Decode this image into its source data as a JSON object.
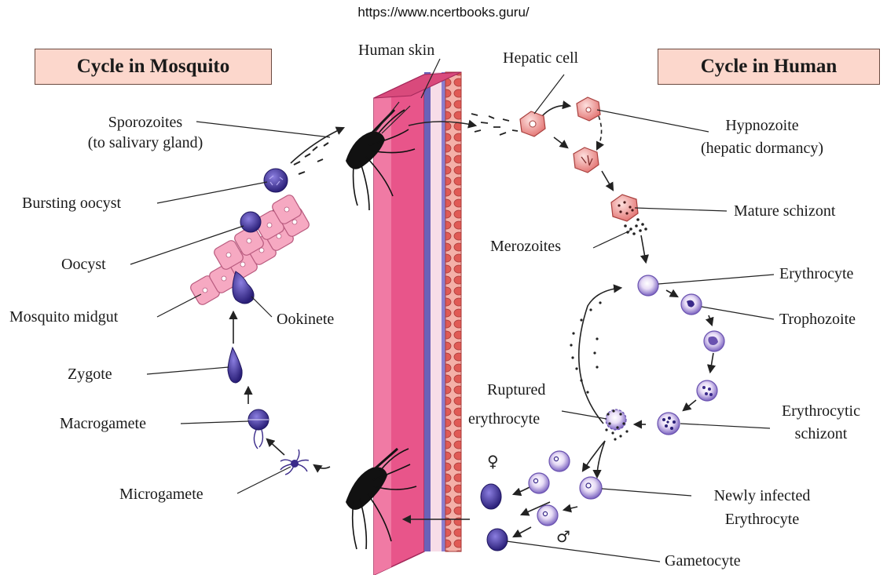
{
  "source_url": "https://www.ncertbooks.guru/",
  "titles": {
    "mosquito": "Cycle in Mosquito",
    "human": "Cycle in Human"
  },
  "labels": {
    "human_skin": "Human skin",
    "hepatic_cell": "Hepatic cell",
    "sporozoites_1": "Sporozoites",
    "sporozoites_2": "(to salivary gland)",
    "hypnozoite_1": "Hypnozoite",
    "hypnozoite_2": "(hepatic dormancy)",
    "bursting_oocyst": "Bursting oocyst",
    "mature_schizont": "Mature schizont",
    "merozoites": "Merozoites",
    "oocyst": "Oocyst",
    "erythrocyte": "Erythrocyte",
    "mosquito_midgut": "Mosquito midgut",
    "ookinete": "Ookinete",
    "trophozoite": "Trophozoite",
    "zygote": "Zygote",
    "ruptured_1": "Ruptured",
    "ruptured_2": "erythrocyte",
    "erythrocytic_1": "Erythrocytic",
    "erythrocytic_2": "schizont",
    "macrogamete": "Macrogamete",
    "microgamete": "Microgamete",
    "newly_infected_1": "Newly infected",
    "newly_infected_2": "Erythrocyte",
    "gametocyte": "Gametocyte",
    "female_symbol": "♀",
    "male_symbol": "♂"
  },
  "colors": {
    "title_box_fill": "#fcd7cc",
    "skin_pink": "#e8558a",
    "skin_dark": "#c23a6c",
    "dermis_blue": "#6a62b8",
    "dermis_light": "#f7dde8",
    "tissue_red": "#e36a64",
    "hepatic_cell": "#f08a8a",
    "erythrocyte": "#c8b6e8",
    "parasite_purple": "#3a2a8a",
    "midgut_pink": "#f6a9c2"
  }
}
